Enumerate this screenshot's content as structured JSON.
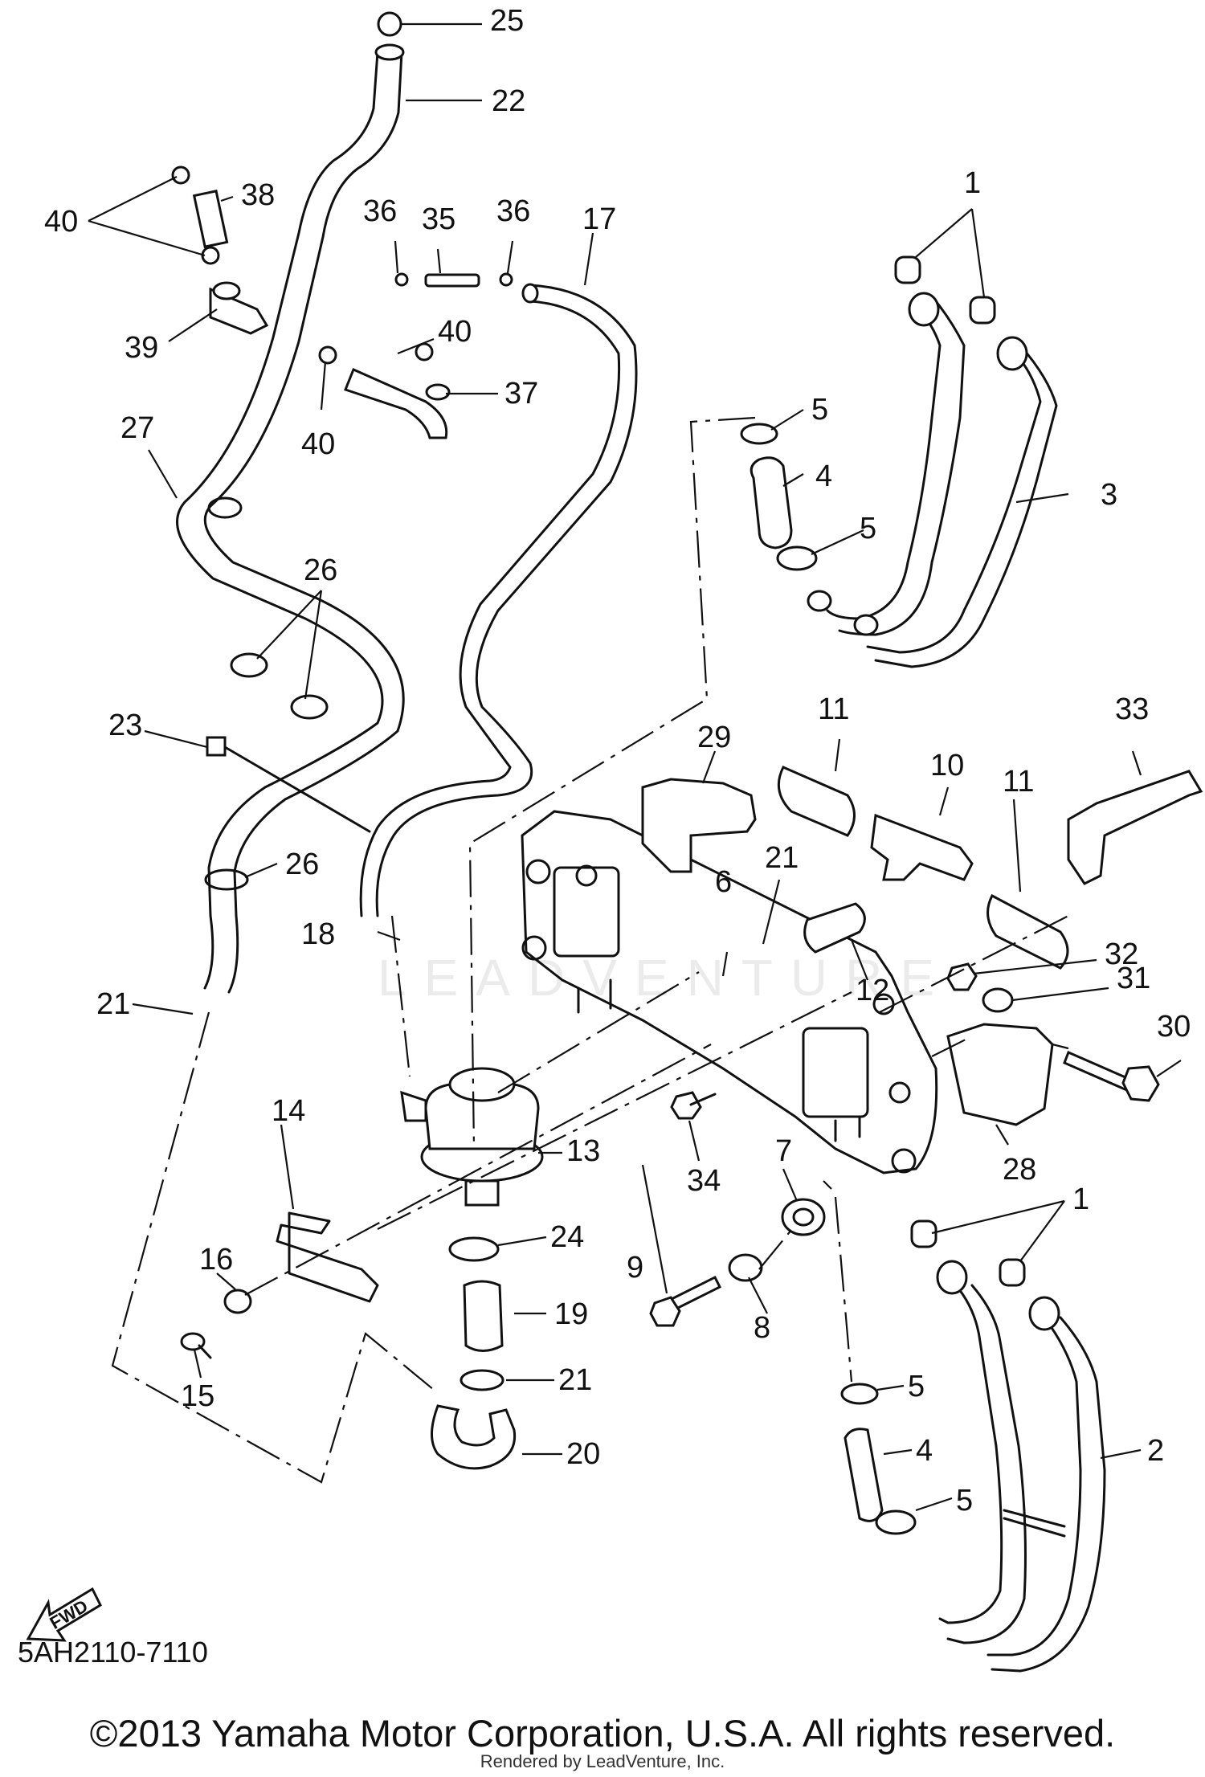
{
  "diagram": {
    "catalog_code": "5AH2110-7110",
    "copyright": "©2013 Yamaha Motor Corporation, U.S.A. All rights reserved.",
    "rendered_by": "Rendered by LeadVenture, Inc.",
    "watermark": "LEADVENTURE",
    "fwd_label": "FWD",
    "callouts": [
      "25",
      "22",
      "38",
      "40",
      "36",
      "35",
      "36",
      "17",
      "1",
      "39",
      "40",
      "40",
      "37",
      "5",
      "4",
      "27",
      "5",
      "3",
      "26",
      "23",
      "11",
      "10",
      "11",
      "33",
      "29",
      "21",
      "26",
      "6",
      "12",
      "18",
      "32",
      "21",
      "31",
      "30",
      "13",
      "34",
      "7",
      "28",
      "14",
      "24",
      "9",
      "1",
      "16",
      "8",
      "19",
      "15",
      "21",
      "5",
      "20",
      "4",
      "2",
      "5"
    ]
  },
  "colors": {
    "ink": "#111111",
    "paper": "#ffffff"
  }
}
